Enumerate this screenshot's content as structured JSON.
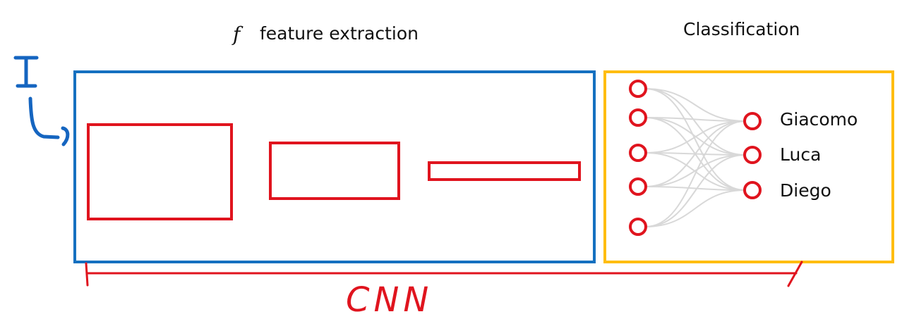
{
  "titles": {
    "feature_symbol": "f",
    "feature": "feature extraction",
    "classification": "Classification"
  },
  "input_label": "I",
  "cnn_label": "CNN",
  "classes": [
    "Giacomo",
    "Luca",
    "Diego"
  ],
  "colors": {
    "feature_box": "#1570c0",
    "classifier_box": "#ffbd10",
    "red": "#e0141e",
    "edges": "#d8d8d8"
  }
}
